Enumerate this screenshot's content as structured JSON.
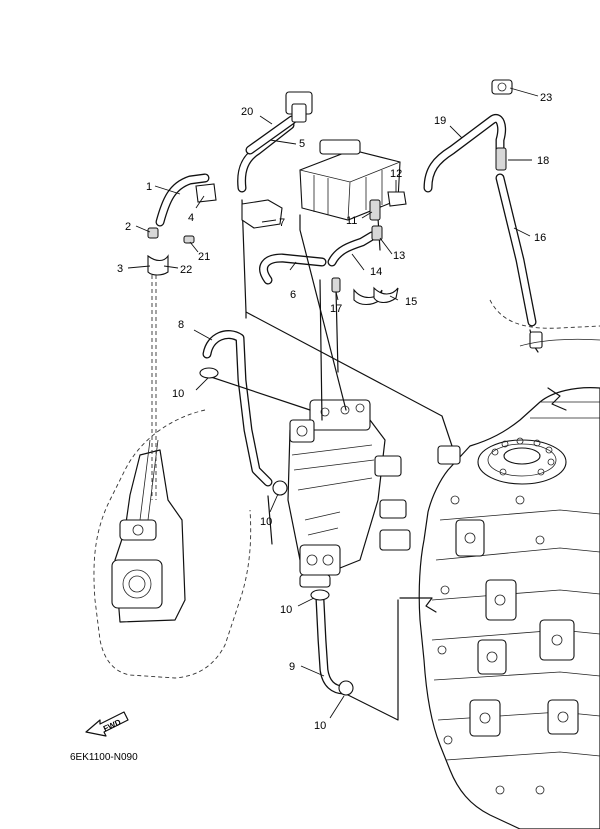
{
  "callouts": {
    "c1": "1",
    "c2": "2",
    "c3": "3",
    "c4": "4",
    "c5": "5",
    "c6": "6",
    "c7": "7",
    "c8": "8",
    "c9": "9",
    "c10a": "10",
    "c10b": "10",
    "c10c": "10",
    "c10d": "10",
    "c11": "11",
    "c12": "12",
    "c13": "13",
    "c14": "14",
    "c15": "15",
    "c16": "16",
    "c17": "17",
    "c18": "18",
    "c19": "19",
    "c20": "20",
    "c21": "21",
    "c22": "22",
    "c23": "23"
  },
  "fwd_label": "FWD",
  "diagram_code": "6EK1100-N090"
}
